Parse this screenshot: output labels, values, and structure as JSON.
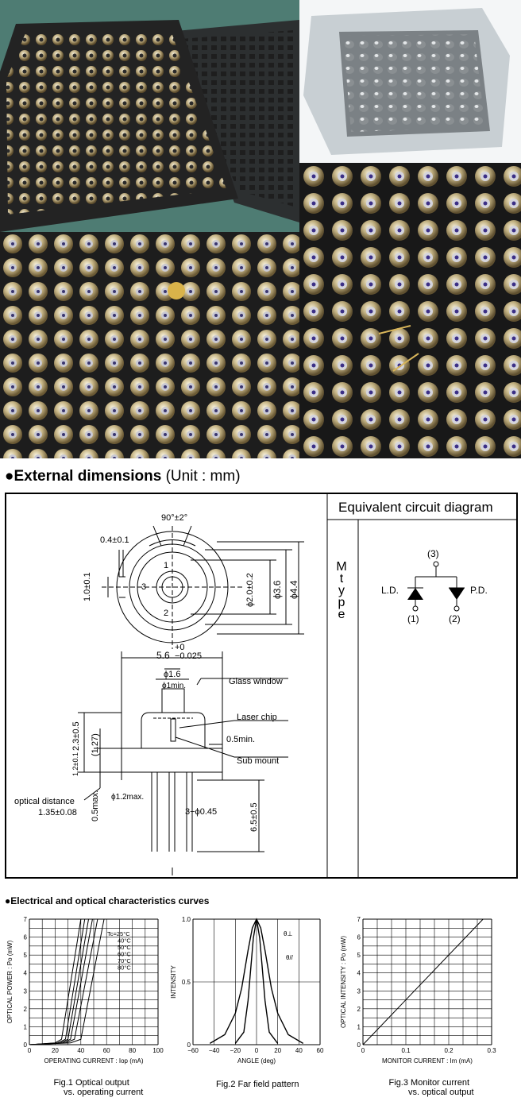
{
  "section": {
    "title": "External dimensions",
    "unit": "(Unit : mm)",
    "bullet": "●"
  },
  "dimensions": {
    "angle": "90°±2°",
    "d_04": "0.4±0.1",
    "d_10": "1.0±0.1",
    "d_20": "ϕ2.0±0.2",
    "d_36": "ϕ3.6",
    "d_44": "ϕ4.4",
    "pin1": "1",
    "pin2": "2",
    "pin3": "3",
    "d_56": "5.6",
    "d_56_tol_top": "+0",
    "d_56_tol_bot": "−0.025",
    "d_16": "ϕ1.6",
    "d_1min": "ϕ1min.",
    "glass_window": "Glass window",
    "laser_chip": "Laser chip",
    "d_05min": "0.5min.",
    "sub_mount": "Sub mount",
    "d_23": "2.3±0.5",
    "d_127": "(1.27)",
    "d_12": "1.2±0.1",
    "optical_distance": "optical distance",
    "optical_distance_val": "1.35±0.08",
    "d_05max": "0.5max.",
    "d_12max": "ϕ1.2max.",
    "d_045": "3−ϕ0.45",
    "d_65": "6.5±0.5"
  },
  "circuit": {
    "title": "Equivalent circuit diagram",
    "type_letters": [
      "M",
      "t",
      "y",
      "p",
      "e"
    ],
    "node3": "(3)",
    "node1": "(1)",
    "node2": "(2)",
    "ld": "L.D.",
    "pd": "P.D."
  },
  "curves": {
    "title": "●Electrical and optical characteristics curves",
    "fig1_caption_1": "Fig.1  Optical output",
    "fig1_caption_2": "vs. operating current",
    "fig2_caption": "Fig.2  Far field pattern",
    "fig3_caption_1": "Fig.3  Monitor current",
    "fig3_caption_2": "vs. optical output"
  },
  "chart_data": [
    {
      "type": "line",
      "xlabel": "OPERATING  CURRENT : Iop (mA)",
      "ylabel": "OPTICAL  POWER : Po (mW)",
      "xlim": [
        0,
        100
      ],
      "ylim": [
        0,
        7
      ],
      "xticks": [
        "0",
        "20",
        "40",
        "60",
        "80",
        "100"
      ],
      "yticks": [
        "0",
        "1",
        "2",
        "3",
        "4",
        "5",
        "6",
        "7"
      ],
      "grid": true,
      "annotations": [
        "Tc=25°C",
        "40°C",
        "50°C",
        "60°C",
        "70°C",
        "80°C"
      ],
      "series": [
        {
          "name": "Tc=25°C",
          "x": [
            0,
            20,
            25,
            40
          ],
          "y": [
            0,
            0.1,
            0.3,
            7
          ]
        },
        {
          "name": "40°C",
          "x": [
            0,
            22,
            28,
            43
          ],
          "y": [
            0,
            0.1,
            0.3,
            7
          ]
        },
        {
          "name": "50°C",
          "x": [
            0,
            24,
            30,
            46
          ],
          "y": [
            0,
            0.1,
            0.3,
            7
          ]
        },
        {
          "name": "60°C",
          "x": [
            0,
            26,
            32,
            49
          ],
          "y": [
            0,
            0.1,
            0.3,
            7
          ]
        },
        {
          "name": "70°C",
          "x": [
            0,
            28,
            35,
            53
          ],
          "y": [
            0,
            0.1,
            0.3,
            7
          ]
        },
        {
          "name": "80°C",
          "x": [
            0,
            32,
            40,
            58
          ],
          "y": [
            0,
            0.1,
            0.3,
            7
          ]
        }
      ]
    },
    {
      "type": "line",
      "xlabel": "ANGLE (deg)",
      "ylabel": "INTENSITY",
      "xlim": [
        -60,
        60
      ],
      "ylim": [
        0,
        1.0
      ],
      "xticks": [
        "−60",
        "−40",
        "−20",
        "0",
        "20",
        "40",
        "60"
      ],
      "yticks": [
        "0",
        "0.5",
        "1.0"
      ],
      "grid": true,
      "series": [
        {
          "name": "θ⊥",
          "x": [
            -44,
            -30,
            -20,
            -14,
            -8,
            -4,
            0,
            4,
            8,
            14,
            20,
            30,
            44
          ],
          "y": [
            0.01,
            0.08,
            0.25,
            0.45,
            0.75,
            0.93,
            1.0,
            0.93,
            0.75,
            0.45,
            0.25,
            0.08,
            0.01
          ]
        },
        {
          "name": "θ//",
          "x": [
            -20,
            -12,
            -8,
            -5,
            -3,
            0,
            3,
            5,
            8,
            12,
            20
          ],
          "y": [
            0.01,
            0.1,
            0.35,
            0.65,
            0.85,
            1.0,
            0.85,
            0.65,
            0.35,
            0.1,
            0.01
          ]
        }
      ]
    },
    {
      "type": "line",
      "xlabel": "MONITOR  CURRENT : Im (mA)",
      "ylabel": "OPTICAL  INTENSITY : Po (mW)",
      "xlim": [
        0,
        0.3
      ],
      "ylim": [
        0,
        7
      ],
      "xticks": [
        "0",
        "0.1",
        "0.2",
        "0.3"
      ],
      "yticks": [
        "0",
        "1",
        "2",
        "3",
        "4",
        "5",
        "6",
        "7"
      ],
      "grid": true,
      "series": [
        {
          "x": [
            0,
            0.28
          ],
          "y": [
            0,
            7
          ]
        }
      ]
    }
  ]
}
